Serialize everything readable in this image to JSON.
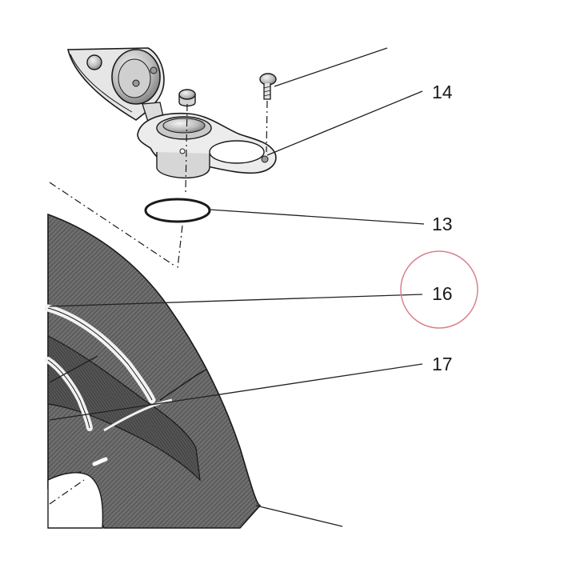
{
  "callouts": [
    {
      "id": "14",
      "label": "14"
    },
    {
      "id": "13",
      "label": "13"
    },
    {
      "id": "16",
      "label": "16"
    },
    {
      "id": "17",
      "label": "17"
    }
  ],
  "highlight": {
    "target": "16",
    "color": "#d9828f"
  },
  "colors": {
    "ink": "#1a1a1a",
    "shell_fill": "#6e6e6e",
    "shell_dark": "#4a4a4a",
    "housing_fill": "#d0d0d0"
  }
}
